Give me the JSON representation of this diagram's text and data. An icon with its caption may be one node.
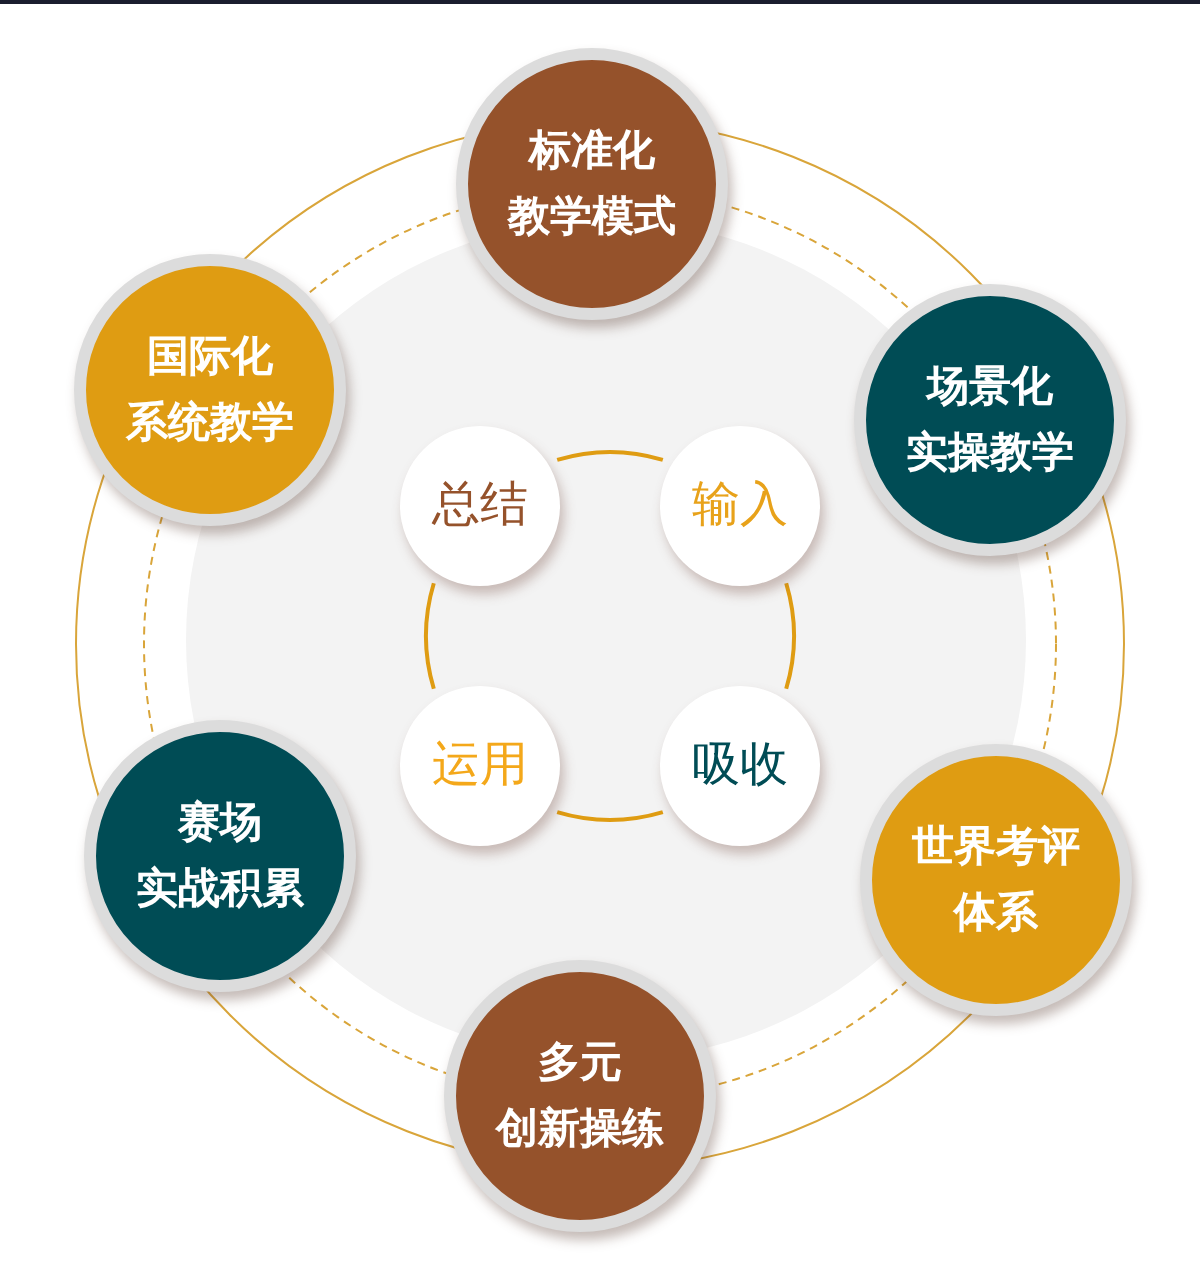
{
  "diagram": {
    "nodes": [
      {
        "text": [
          "标准化教学模式"
        ]
      },
      {
        "text": [
          "场景化实操教学"
        ]
      },
      {
        "text": [
          "世界考评体系"
        ]
      },
      {
        "text": [
          "多元创新操练"
        ]
      },
      {
        "text": [
          "赛场实战积累"
        ]
      },
      {
        "text": [
          "国际化系统教学"
        ]
      },
      {
        "text": [
          "总结"
        ]
      },
      {
        "text": [
          "输入"
        ]
      },
      {
        "text": [
          "吸收"
        ]
      },
      {
        "text": [
          "运用"
        ]
      }
    ],
    "edges": [
      {
        "from": 6,
        "to": 7,
        "arrow": "none"
      },
      {
        "from": 7,
        "to": 8,
        "arrow": "none"
      },
      {
        "from": 8,
        "to": 9,
        "arrow": "none"
      },
      {
        "from": 9,
        "to": 6,
        "arrow": "none"
      }
    ]
  }
}
